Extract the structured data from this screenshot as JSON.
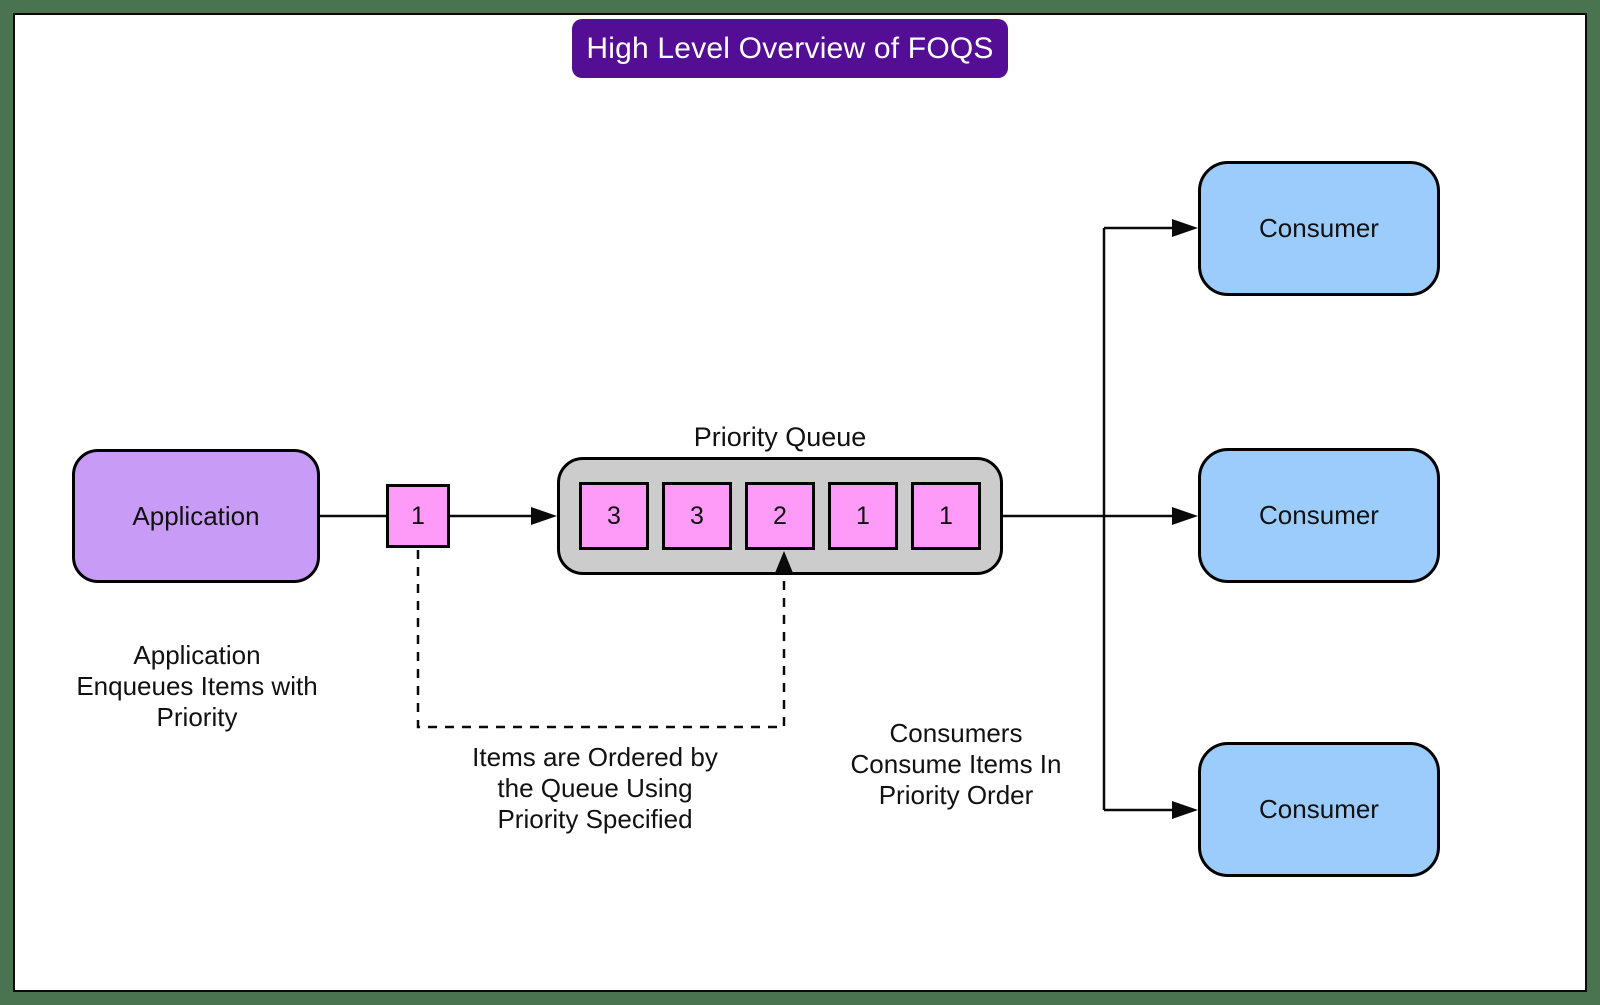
{
  "colors": {
    "frame": "#4a7350",
    "canvas": "#ffffff",
    "line": "#0a0a0a",
    "title_bg": "#540e96",
    "title_fg": "#ffffff",
    "application_fill": "#c89cf6",
    "queue_fill": "#cccccc",
    "queue_item_fill": "#fe9af7",
    "consumer_fill": "#9bccfb"
  },
  "title": "High Level Overview of FOQS",
  "application": {
    "label": "Application"
  },
  "enqueue_item": {
    "label": "1"
  },
  "priority_queue": {
    "label": "Priority Queue",
    "items": [
      {
        "label": "3"
      },
      {
        "label": "3"
      },
      {
        "label": "2"
      },
      {
        "label": "1"
      },
      {
        "label": "1"
      }
    ]
  },
  "consumers": [
    {
      "label": "Consumer"
    },
    {
      "label": "Consumer"
    },
    {
      "label": "Consumer"
    }
  ],
  "notes": {
    "enqueue": {
      "lines": [
        "Application",
        "Enqueues Items with",
        "Priority"
      ]
    },
    "ordering": {
      "lines": [
        "Items are Ordered by",
        "the Queue Using",
        "Priority Specified"
      ]
    },
    "consume": {
      "lines": [
        "Consumers",
        "Consume Items In",
        "Priority Order"
      ]
    }
  }
}
